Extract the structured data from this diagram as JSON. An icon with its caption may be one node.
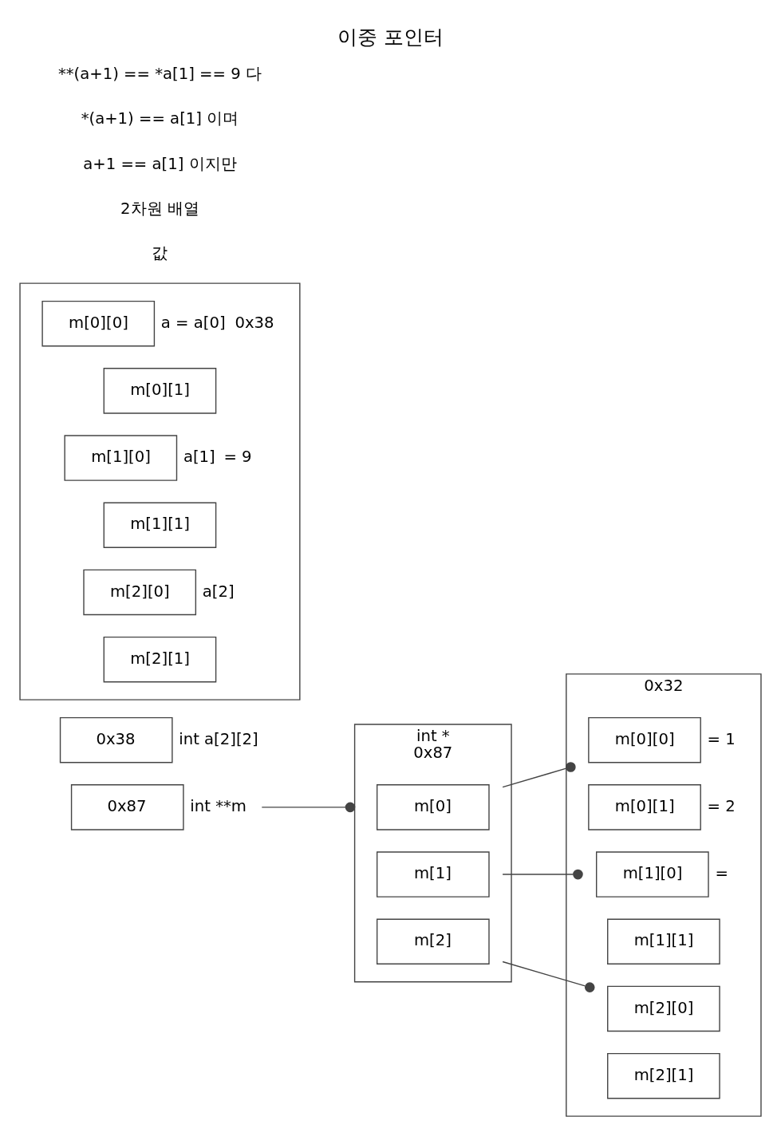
{
  "diagram": {
    "title": "이중 포인터",
    "nodes": [
      {
        "text": [
          "0x87"
        ],
        "beside": [
          "int **m"
        ]
      },
      {
        "text": [
          "int *"
        ],
        "beside": [
          "0x87"
        ]
      },
      {
        "text": [
          "m[0]"
        ],
        "in": 1
      },
      {
        "text": [
          "m[1]"
        ],
        "in": 1
      },
      {
        "text": [
          "m[2]"
        ],
        "in": 1
      },
      {
        "text": [],
        "shape": "box",
        "beside": [
          "0x32"
        ]
      },
      {
        "text": [
          "m[0][0]"
        ],
        "in": 5,
        "beside": [
          "= 1"
        ]
      },
      {
        "text": [
          "m[0][1]"
        ],
        "in": 5,
        "beside": [
          "= 2"
        ]
      },
      {
        "text": [
          "m[1][0]"
        ],
        "in": 5,
        "beside": [
          "="
        ]
      },
      {
        "text": [
          "m[1][1]"
        ],
        "in": 5
      },
      {
        "text": [
          "m[2][0]"
        ],
        "in": 5
      },
      {
        "text": [
          "m[2][1]"
        ],
        "in": 5
      },
      {
        "text": [
          "0x38"
        ],
        "beside": [
          "int a[2][2]"
        ]
      },
      {
        "text": [],
        "shape": "box"
      },
      {
        "text": [
          "m[0][0]"
        ],
        "in": 13,
        "beside": [
          "a = a[0]",
          "0x38"
        ]
      },
      {
        "text": [
          "m[0][1]"
        ],
        "in": 13
      },
      {
        "text": [
          "m[1][0]"
        ],
        "in": 13,
        "beside": [
          "a[1]",
          "= 9"
        ]
      },
      {
        "text": [
          "m[1][1]"
        ],
        "in": 13
      },
      {
        "text": [
          "m[2][0]"
        ],
        "in": 13,
        "beside": [
          "a[2]"
        ]
      },
      {
        "text": [
          "m[2][1]"
        ],
        "in": 13
      }
    ],
    "edges": [
      {
        "from": 0,
        "to": 1,
        "arrow": "other"
      },
      {
        "from": 2,
        "to": 6,
        "arrow": "other"
      },
      {
        "from": 3,
        "to": 8,
        "arrow": "other"
      },
      {
        "from": 4,
        "to": 10,
        "arrow": "other"
      }
    ],
    "labels": [
      "값",
      "2차원 배열",
      "a+1 == a[1] 이지만",
      "*(a+1) == a[1] 이며",
      "**(a+1) == *a[1] == 9 다"
    ]
  }
}
